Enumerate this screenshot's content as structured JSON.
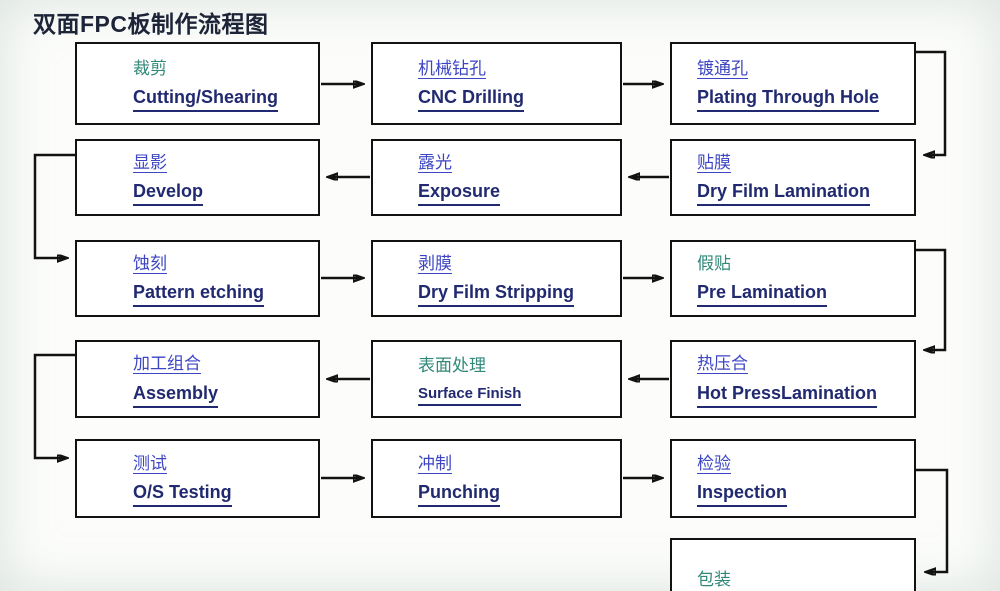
{
  "title": "双面FPC板制作流程图",
  "colors": {
    "title_navy": "#1d2438",
    "zh_blue": "#3c46c4",
    "zh_teal": "#318878",
    "en_navy": "#212a70",
    "box_border": "#121212",
    "arrow": "#121212",
    "background": "#fcfdfb"
  },
  "flow": {
    "nodes": [
      {
        "zh": "裁剪",
        "en": "Cutting/Shearing",
        "accent": "teal"
      },
      {
        "zh": "机械钻孔",
        "en": "CNC Drilling",
        "accent": "blue"
      },
      {
        "zh": "镀通孔",
        "en": "Plating Through Hole",
        "accent": "blue"
      },
      {
        "zh": "显影",
        "en": "Develop",
        "accent": "blue"
      },
      {
        "zh": "露光",
        "en": "Exposure",
        "accent": "blue"
      },
      {
        "zh": "贴膜",
        "en": "Dry Film Lamination",
        "accent": "blue"
      },
      {
        "zh": "蚀刻",
        "en": "Pattern etching",
        "accent": "blue"
      },
      {
        "zh": "剥膜",
        "en": "Dry Film Stripping",
        "accent": "blue"
      },
      {
        "zh": "假贴",
        "en": "Pre Lamination",
        "accent": "teal"
      },
      {
        "zh": "加工组合",
        "en": "Assembly",
        "accent": "blue"
      },
      {
        "zh": "表面处理",
        "en": "Surface Finish",
        "accent": "teal"
      },
      {
        "zh": "热压合",
        "en": "Hot PressLamination",
        "accent": "blue"
      },
      {
        "zh": "测试",
        "en": "O/S Testing",
        "accent": "blue"
      },
      {
        "zh": "冲制",
        "en": "Punching",
        "accent": "blue"
      },
      {
        "zh": "检验",
        "en": "Inspection",
        "accent": "blue"
      },
      {
        "zh": "包装",
        "en": "",
        "accent": "teal"
      }
    ]
  }
}
